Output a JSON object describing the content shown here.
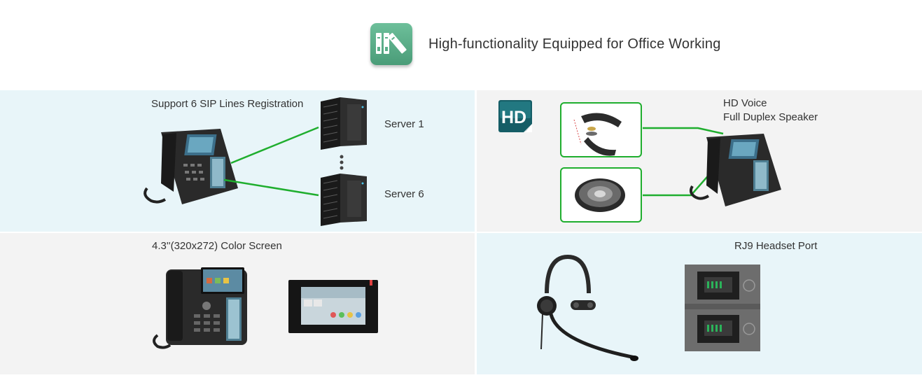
{
  "header": {
    "title": "High-functionality Equipped for Office Working",
    "icon": "binders-icon",
    "icon_color": "#5aaf89"
  },
  "sip_panel": {
    "title": "Support 6 SIP Lines Registration",
    "server_top": "Server 1",
    "server_bottom": "Server 6",
    "line_color": "#1fae2e"
  },
  "hd_panel": {
    "badge": "HD",
    "title_line1": "HD Voice",
    "title_line2": "Full Duplex Speaker",
    "box_color": "#1fae2e"
  },
  "screen_panel": {
    "title": "4.3''(320x272) Color Screen"
  },
  "headset_panel": {
    "title": "RJ9 Headset Port"
  },
  "colors": {
    "panel_blue": "#e8f5f9",
    "panel_grey": "#f3f3f3",
    "accent_green": "#1fae2e"
  }
}
